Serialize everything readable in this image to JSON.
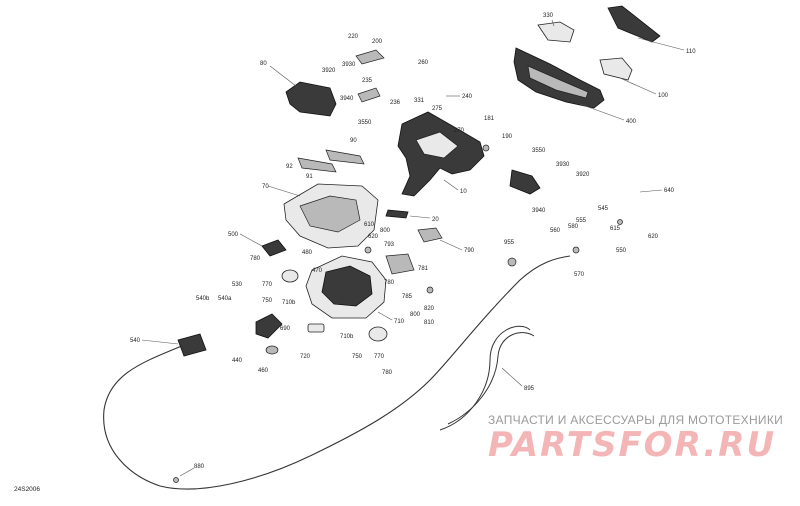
{
  "diagram_code": "24S2006",
  "watermark": {
    "text": "ЗАПЧАСТИ И АКСЕССУАРЫ ДЛЯ МОТОТЕХНИКИ",
    "logo": "PARTSFOR.RU"
  },
  "callouts": [
    "330",
    "110",
    "100",
    "400",
    "220",
    "200",
    "3930",
    "3920",
    "3940",
    "235",
    "236",
    "3550",
    "260",
    "240",
    "331",
    "275",
    "270",
    "181",
    "190",
    "80",
    "90",
    "92",
    "91",
    "10",
    "3550",
    "3930",
    "3920",
    "3940",
    "640",
    "545",
    "620",
    "615",
    "555",
    "580",
    "550",
    "560",
    "570",
    "955",
    "70",
    "610",
    "20",
    "500",
    "620",
    "800",
    "790",
    "480",
    "470",
    "780",
    "793",
    "781",
    "530",
    "770",
    "710",
    "780",
    "785",
    "540b",
    "540a",
    "750",
    "710b",
    "820",
    "800",
    "810",
    "540",
    "440",
    "690",
    "460",
    "720",
    "710b",
    "750",
    "770",
    "780",
    "895",
    "880"
  ],
  "colors": {
    "line": "#222222",
    "watermark_logo": "#f3b5b5",
    "watermark_text": "#9a9a9a"
  }
}
